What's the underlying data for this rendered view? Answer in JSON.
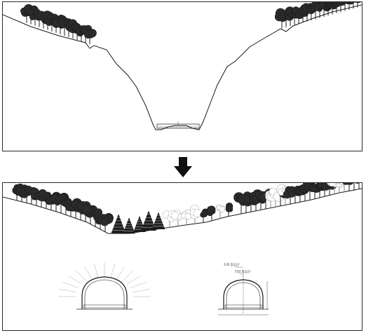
{
  "colors": {
    "line": "#1a1a1a",
    "tree_dark": "#1c1c1c",
    "tree_light": "#8a8a8a",
    "background": "#ffffff"
  },
  "panels": {
    "before": {
      "description_icon": "valley-cut-cross-section"
    },
    "after": {
      "description_icon": "tunnel-restored-cross-section"
    }
  },
  "arrow": {
    "icon": "down-arrow-icon"
  },
  "tunnel_right": {
    "label_top": "도로 중심선",
    "label_mid": "터널 중심선"
  }
}
